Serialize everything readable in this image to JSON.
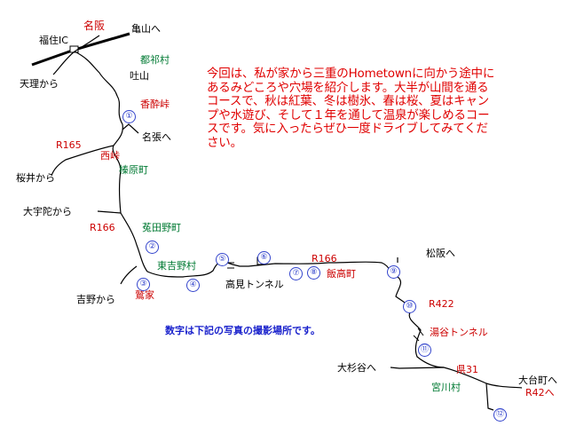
{
  "labels": {
    "nabari_city": "名阪",
    "fukusumi_ic": "福住IC",
    "kameyama": "亀山へ",
    "tenri": "天理から",
    "tsuge_village": "都祁村",
    "hayama": "吐山",
    "kosuitoge": "香酔峠",
    "r165": "R165",
    "nabari": "名張へ",
    "nishitoge": "西峠",
    "haibara": "榛原町",
    "sakurai": "桜井から",
    "ouda_from": "大宇陀から",
    "r166_a": "R166",
    "udano": "菟田野町",
    "higashiyoshino": "東吉野村",
    "yoshino": "吉野から",
    "washika": "鷲家",
    "takami_tunnel": "高見トンネル",
    "r166_b": "R166",
    "iitaka": "飯高町",
    "matsusaka": "松阪へ",
    "r422": "R422",
    "yuya_tunnel": "湯谷トンネル",
    "osugidani": "大杉谷へ",
    "ken31": "県31",
    "miyagawa": "宮川村",
    "odaicho": "大台町へ",
    "r42": "R42へ"
  },
  "markers": [
    "①",
    "②",
    "③",
    "④",
    "⑤",
    "⑥",
    "⑦",
    "⑧",
    "⑨",
    "⑩",
    "⑪",
    "⑫"
  ],
  "intro_text": "今回は、私が家から三重のHometownに向かう途中にあるみどころや穴場を紹介します。大半が山間を通るコースで、秋は紅葉、冬は樹氷、春は桜、夏はキャンプや水遊び、そして１年を通して温泉が楽しめるコースです。気に入ったらぜひ一度ドライブしてみてください。",
  "note_text": "数字は下記の写真の撮影場所です。",
  "colors": {
    "road": "#000000",
    "town": "#007a33",
    "route": "#cc0000",
    "marker": "#3344cc",
    "intro": "#e00000",
    "note": "#1a22cc"
  }
}
